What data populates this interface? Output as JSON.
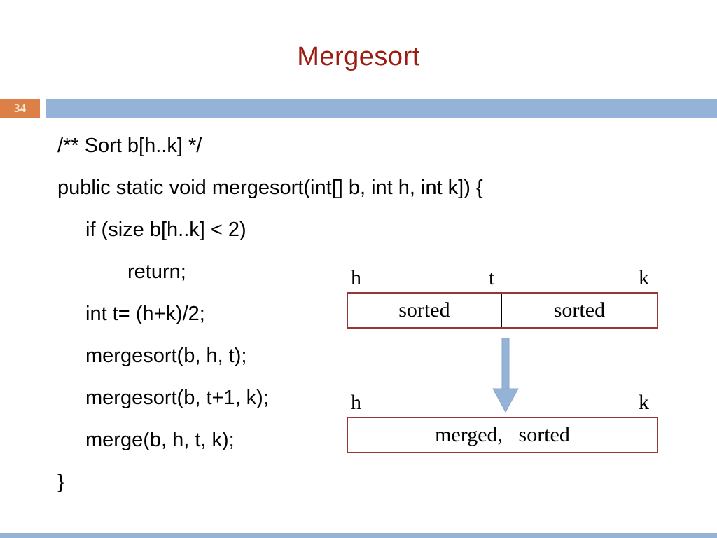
{
  "slide": {
    "title": "Mergesort",
    "page_number": "34",
    "colors": {
      "title_red": "#9b1c10",
      "accent_orange": "#dd8047",
      "accent_blue": "#95b3d7",
      "box_border_maroon": "#953735",
      "code_text": "#000000"
    },
    "code_lines": [
      {
        "text": "/** Sort b[h..k] */",
        "indent": 0
      },
      {
        "text": "public static void mergesort(int[] b, int h, int k]) {",
        "indent": 0
      },
      {
        "text": "if (size b[h..k] < 2)",
        "indent": 1
      },
      {
        "text": "return;",
        "indent": 2
      },
      {
        "text": "int t= (h+k)/2;",
        "indent": 1
      },
      {
        "text": "mergesort(b, h, t);",
        "indent": 1
      },
      {
        "text": "mergesort(b, t+1, k);",
        "indent": 1
      },
      {
        "text": "merge(b, h, t, k);",
        "indent": 1
      },
      {
        "text": "}",
        "indent": 0
      }
    ],
    "diagram": {
      "top_array": {
        "label_h": "h",
        "label_t": "t",
        "label_k": "k",
        "left_cell": "sorted",
        "right_cell": "sorted"
      },
      "arrow_icon": "down-arrow-icon",
      "bottom_array": {
        "label_h": "h",
        "label_k": "k",
        "cell": "merged,   sorted"
      }
    }
  }
}
